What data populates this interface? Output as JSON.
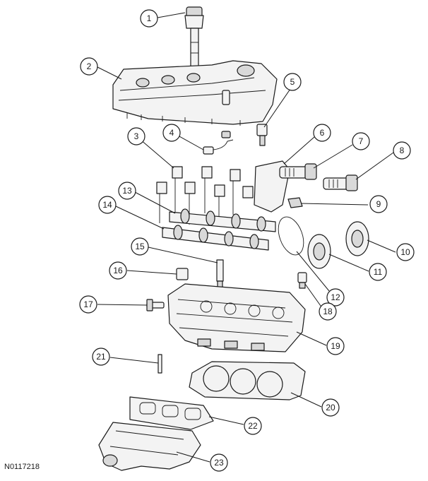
{
  "diagram": {
    "document_id": "N0117218",
    "callouts": [
      "1",
      "2",
      "3",
      "4",
      "5",
      "6",
      "7",
      "8",
      "9",
      "10",
      "11",
      "12",
      "13",
      "14",
      "15",
      "16",
      "17",
      "18",
      "19",
      "20",
      "21",
      "22",
      "23"
    ]
  }
}
